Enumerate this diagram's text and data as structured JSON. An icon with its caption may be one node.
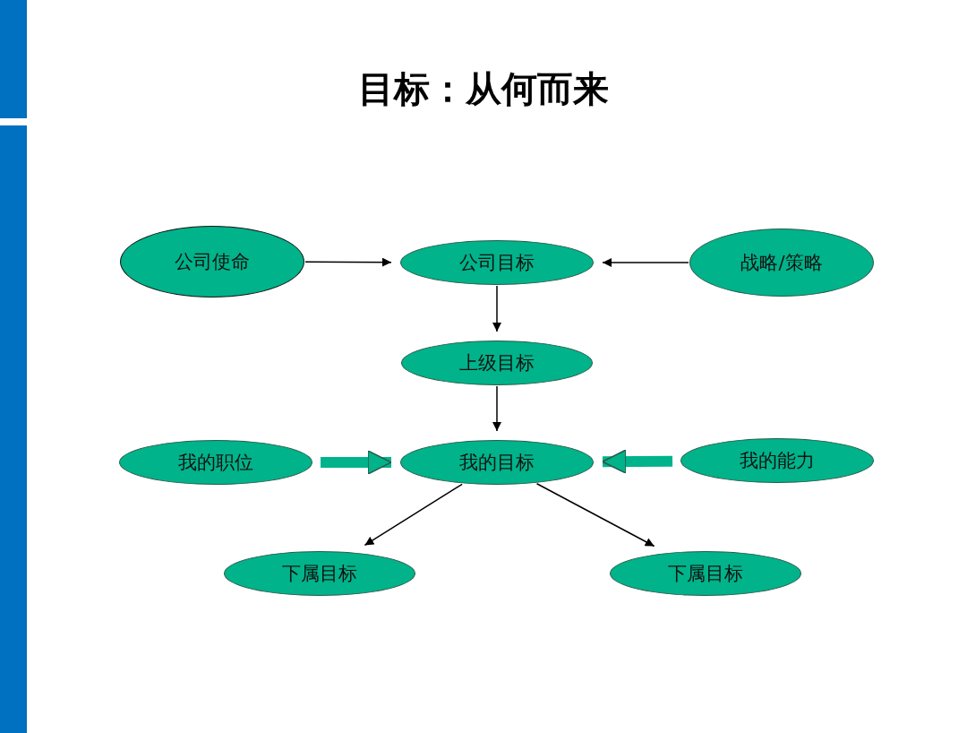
{
  "diagram": {
    "title": "目标：从何而来",
    "nodes": [
      {
        "text": [
          "公司使命"
        ]
      },
      {
        "text": [
          "公司目标"
        ]
      },
      {
        "text": [
          "战略/策略"
        ]
      },
      {
        "text": [
          "上级目标"
        ]
      },
      {
        "text": [
          "我的职位"
        ]
      },
      {
        "text": [
          "我的目标"
        ]
      },
      {
        "text": [
          "我的能力"
        ]
      },
      {
        "text": [
          "下属目标"
        ]
      },
      {
        "text": [
          "下属目标"
        ]
      }
    ],
    "edges": [
      {
        "from": 0,
        "to": 1,
        "arrow": "to"
      },
      {
        "from": 2,
        "to": 1,
        "arrow": "to"
      },
      {
        "from": 1,
        "to": 3,
        "arrow": "to"
      },
      {
        "from": 3,
        "to": 5,
        "arrow": "to"
      },
      {
        "from": 4,
        "to": 5,
        "arrow": "to",
        "style": "thick",
        "color": "#00b38a"
      },
      {
        "from": 6,
        "to": 5,
        "arrow": "to",
        "style": "thick",
        "color": "#00b38a"
      },
      {
        "from": 5,
        "to": 7,
        "arrow": "to"
      },
      {
        "from": 5,
        "to": 8,
        "arrow": "to"
      }
    ]
  }
}
